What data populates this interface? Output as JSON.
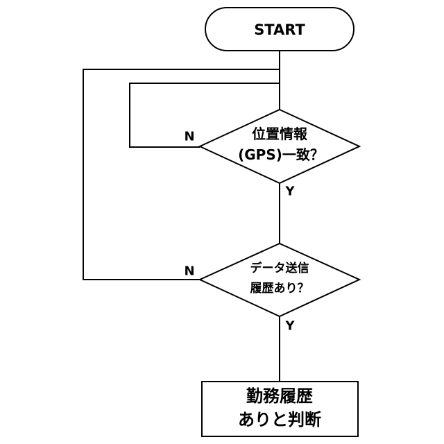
{
  "flowchart": {
    "start": "START",
    "decision1": {
      "line1": "位置情報",
      "line2": "(GPS)一致？",
      "no": "N",
      "yes": "Y"
    },
    "decision2": {
      "line1": "データ送信",
      "line2": "履歴あり？",
      "no": "N",
      "yes": "Y"
    },
    "end": {
      "line1": "勤務履歴",
      "line2": "ありと判断"
    }
  }
}
